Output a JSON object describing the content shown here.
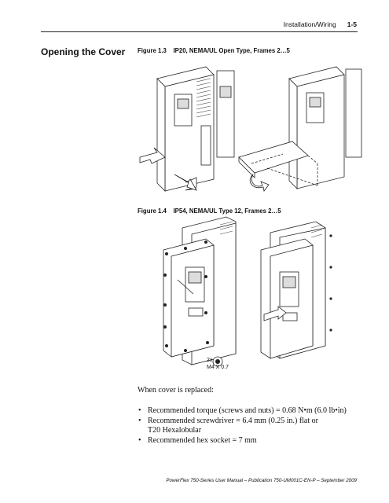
{
  "header": {
    "title": "Installation/Wiring",
    "page": "1-5"
  },
  "section_title": "Opening the Cover",
  "figure_1": {
    "number": "Figure 1.3",
    "caption": "IP20, NEMA/UL Open Type, Frames 2…5"
  },
  "figure_2": {
    "number": "Figure 1.4",
    "caption": "IP54, NEMA/UL Type 12, Frames 2…5",
    "callout_qty": "2x",
    "callout_size": "M4 X 0.7"
  },
  "intro": "When cover is replaced:",
  "bullets": [
    "Recommended torque (screws and nuts) = 0.68 N•m (6.0 lb•in)",
    "Recommended screwdriver = 6.4 mm (0.25 in.) flat or",
    "T20 Hexalobular",
    "Recommended hex socket = 7 mm"
  ],
  "footer": "PowerFlex 750-Series User Manual – Publication 750-UM001C-EN-P – September 2009"
}
